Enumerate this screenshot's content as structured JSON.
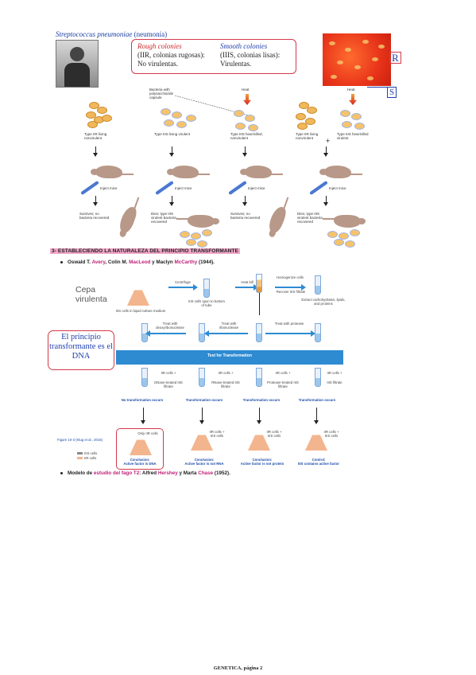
{
  "header": {
    "organism": "Streptococcus pneumoniae",
    "disease": "(neumonía)"
  },
  "colonies_box": {
    "rough_title": "Rough colonies",
    "rough_desc": "(IIR, colonias rugosas):",
    "rough_status": "No virulentas.",
    "smooth_title": "Smooth colonies",
    "smooth_desc": "(IIIS, colonias lisas):",
    "smooth_status": "Virulentas."
  },
  "petri_labels": {
    "r": "R",
    "s": "S"
  },
  "griffith": {
    "capsule_label": "Bacteria with polysaccharide capsule",
    "heat_label_1": "Heat",
    "heat_label_2": "Heat",
    "type_labels": [
      "Type IIR living nonvirulent",
      "Type IIIS living virulent",
      "Type IIIS heat-killed, nonvirulent",
      "Type IIR living nonvirulent",
      "Type IIIS heat-killed virulent"
    ],
    "plus": "+",
    "inject": [
      "Inject mice",
      "Inject mice",
      "Inject mice",
      "Inject mice"
    ],
    "outcomes": [
      "Survives; no bacteria recovered",
      "Dies; type IIIS virulent bacteria recovered",
      "Survives; no bacteria recovered",
      "Dies; type IIIS virulent bacteria recovered"
    ]
  },
  "section3": {
    "title": "3- ESTABLECIENDO LA NATURALEZA DEL PRINCIPIO TRANSFORMANTE",
    "b1_a": "Oswald T. ",
    "b1_avery": "Avery",
    "b1_b": ", Colin M. ",
    "b1_macleod": "MacLeod",
    "b1_c": " y Maclyn ",
    "b1_mccarty": "McCarthy",
    "b1_d": " (1944)."
  },
  "avery": {
    "cepa": "Cepa virulenta",
    "principio": "El principio transformante es el DNA",
    "steps": {
      "centrifuge": "Centrifuge",
      "heat_kill": "Heat kill",
      "homogenize": "Homogenize cells",
      "cells_liquid": "IIIS cells in liquid culture medium",
      "cells_spun": "IIIS cells spun to bottom of tube",
      "recover": "Recover IIIS filtrate",
      "extract": "Extract carbohydrates, lipids, and proteins",
      "deoxy": "Treat with deoxyribonuclease",
      "ribo": "Treat with ribonuclease",
      "protease": "Treat with protease"
    },
    "test_bar": "Test for Transformation",
    "treatments": [
      {
        "cells": "IIR cells +",
        "treated": "DNase-treated IIIS filtrate",
        "result": "No transformation occurs"
      },
      {
        "cells": "IIR cells +",
        "treated": "RNase-treated IIIS filtrate",
        "result": "Transformation occurs"
      },
      {
        "cells": "IIR cells +",
        "treated": "Protease-treated IIIS filtrate",
        "result": "Transformation occurs"
      },
      {
        "cells": "IIR cells +",
        "treated": "IIIS filtrate",
        "result": "Transformation occurs"
      }
    ],
    "flask_labels": [
      "Only IIR cells",
      "IIR cells + IIIS cells",
      "IIR cells + IIIS cells",
      "IIR cells + IIIS cells"
    ],
    "conclusions": [
      {
        "head": "Conclusion:",
        "text": "Active factor is DNA"
      },
      {
        "head": "Conclusion:",
        "text": "Active factor is not RNA"
      },
      {
        "head": "Conclusion:",
        "text": "Active factor is not protein"
      },
      {
        "head": "Control:",
        "text": "IIIS contains active factor"
      }
    ],
    "figure_ref": "Figure 10-3 (Klug et al., 2016)",
    "legend": [
      "IIIS cells",
      "IIR cells"
    ],
    "colors": {
      "iiis": "#8a8a8a",
      "iir": "#f3b58e"
    }
  },
  "bullet2": {
    "a": "Modelo de ",
    "estudio": "estudio del fago T2",
    "b": ": Alfred ",
    "hershey": "Hershey",
    "c": " y Marta ",
    "chase": "Chase",
    "d": " (1952)."
  },
  "footer": "GENETICA, página 2"
}
